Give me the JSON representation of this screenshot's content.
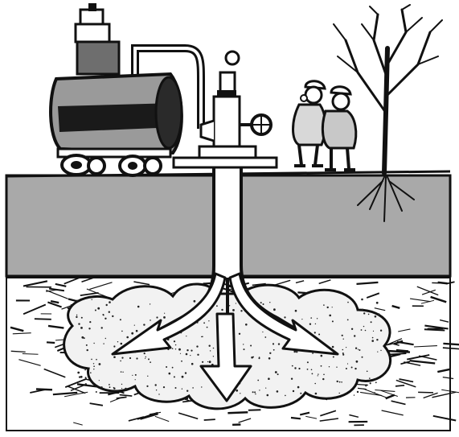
{
  "illustration": {
    "style": "black-and-white cartoon",
    "labels": []
  },
  "scene_elements": [
    "tank-truck",
    "pipe",
    "wellhead",
    "valve-wheel",
    "two-men",
    "bare-tree",
    "ground-layer",
    "well-bore",
    "fracture-zone",
    "flow-arrows"
  ],
  "colors": {
    "ink": "#111111",
    "paper": "#ffffff",
    "ground_gray": "#a9a9a9",
    "zone_fill": "#f2f2f2",
    "tank_gray": "#9a9a9a",
    "tank_band": "#1a1a1a"
  }
}
